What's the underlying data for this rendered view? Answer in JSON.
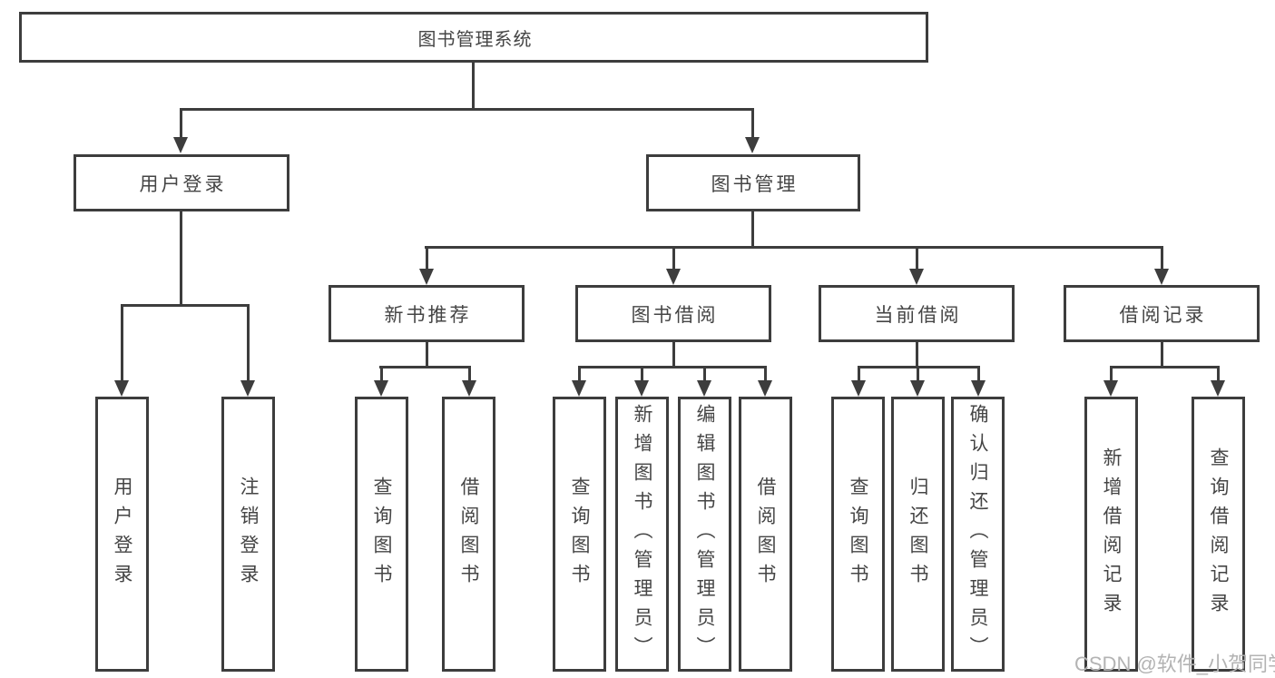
{
  "diagram": {
    "root": {
      "label": "图书管理系统"
    },
    "level2": {
      "user_login": {
        "label": "用户登录"
      },
      "book_management": {
        "label": "图书管理"
      }
    },
    "level3": {
      "new_book_recommend": {
        "label": "新书推荐"
      },
      "book_borrowing": {
        "label": "图书借阅"
      },
      "current_borrowing": {
        "label": "当前借阅"
      },
      "borrowing_records": {
        "label": "借阅记录"
      }
    },
    "leaves": {
      "user_login": [
        {
          "label": "用户登录"
        },
        {
          "label": "注销登录"
        }
      ],
      "new_book_recommend": [
        {
          "label": "查询图书"
        },
        {
          "label": "借阅图书"
        }
      ],
      "book_borrowing": [
        {
          "label": "查询图书"
        },
        {
          "label": "新增图书（管理员）"
        },
        {
          "label": "编辑图书（管理员）"
        },
        {
          "label": "借阅图书"
        }
      ],
      "current_borrowing": [
        {
          "label": "查询图书"
        },
        {
          "label": "归还图书"
        },
        {
          "label": "确认归还（管理员）"
        }
      ],
      "borrowing_records": [
        {
          "label": "新增借阅记录"
        },
        {
          "label": "查询借阅记录"
        }
      ]
    },
    "colors": {
      "line": "#3d3d3d",
      "text": "#454545",
      "watermark": "#b3b3b3",
      "background": "#ffffff"
    }
  },
  "watermark": {
    "text": "CSDN @软件_小贺同学"
  }
}
